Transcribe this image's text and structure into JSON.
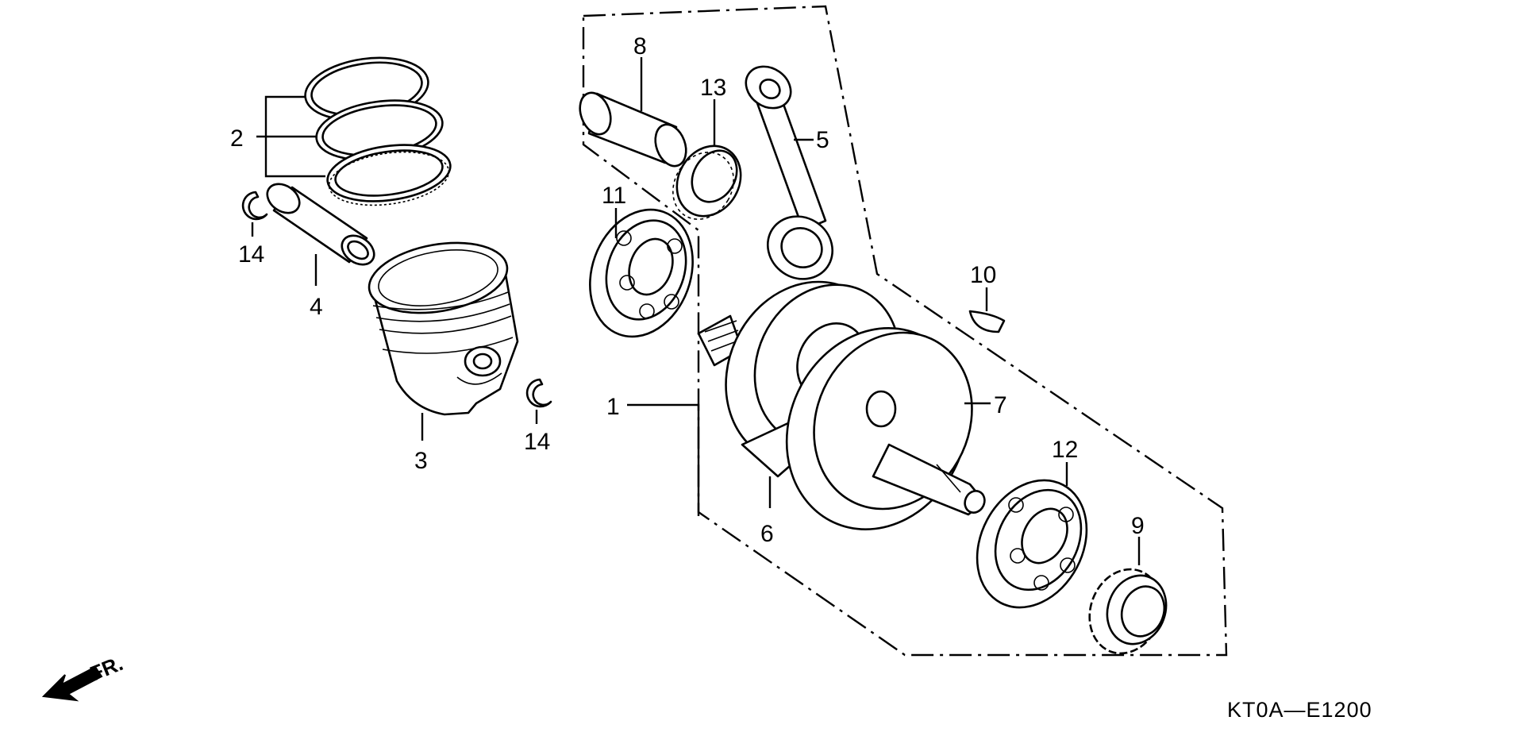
{
  "diagram": {
    "labels": [
      {
        "id": "1",
        "text": "1"
      },
      {
        "id": "2",
        "text": "2"
      },
      {
        "id": "3",
        "text": "3"
      },
      {
        "id": "4",
        "text": "4"
      },
      {
        "id": "5",
        "text": "5"
      },
      {
        "id": "6",
        "text": "6"
      },
      {
        "id": "7",
        "text": "7"
      },
      {
        "id": "8",
        "text": "8"
      },
      {
        "id": "9",
        "text": "9"
      },
      {
        "id": "10",
        "text": "10"
      },
      {
        "id": "11",
        "text": "11"
      },
      {
        "id": "12",
        "text": "12"
      },
      {
        "id": "13",
        "text": "13"
      },
      {
        "id": "14a",
        "text": "14"
      },
      {
        "id": "14b",
        "text": "14"
      }
    ],
    "front_indicator": "FR.",
    "diagram_code": "KT0A—E1200"
  }
}
